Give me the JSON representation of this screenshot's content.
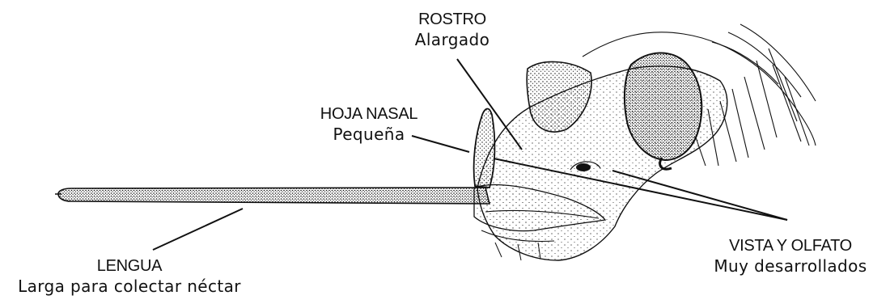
{
  "diagram": {
    "labels": {
      "rostro": {
        "title": "ROSTRO",
        "subtitle": "Alargado"
      },
      "hoja_nasal": {
        "title": "HOJA NASAL",
        "subtitle": "Pequeña"
      },
      "vista_olfato": {
        "title": "VISTA Y OLFATO",
        "subtitle": "Muy desarrollados"
      },
      "lengua": {
        "title": "LENGUA",
        "subtitle": "Larga para colectar néctar"
      }
    },
    "colors": {
      "ink": "#111111",
      "background": "#ffffff"
    }
  }
}
